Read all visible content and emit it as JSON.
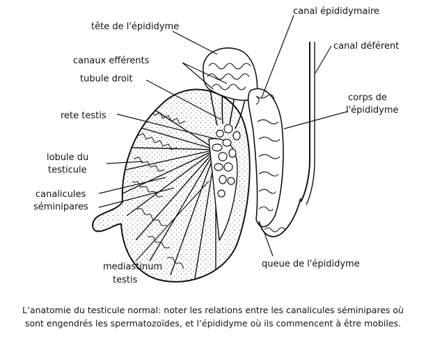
{
  "labels": {
    "tete": "tête de l'épididyme",
    "canal_epididymaire": "canal épididymaire",
    "canal_deferent": "canal déférent",
    "canaux_efferents": "canaux efférents",
    "tubule_droit": "tubule droit",
    "corps_1": "corps de",
    "corps_2": "l'épididyme",
    "rete_testis": "rete testis",
    "lobule_1": "lobule du",
    "lobule_2": "testicule",
    "canalicules_1": "canalicules",
    "canalicules_2": "séminipares",
    "mediastinum_1": "mediastinum",
    "mediastinum_2": "testis",
    "queue": "queue de l'épididyme"
  },
  "caption": {
    "line1": "L’anatomie du testicule normal: noter les relations entre les canalicules séminipares où",
    "line2": "sont engendrés les spermatozoïdes, et l’épididyme où ils commencent à être mobiles."
  },
  "colors": {
    "ink": "#111111",
    "stipple": "#6b6b6b",
    "background": "#ffffff"
  }
}
